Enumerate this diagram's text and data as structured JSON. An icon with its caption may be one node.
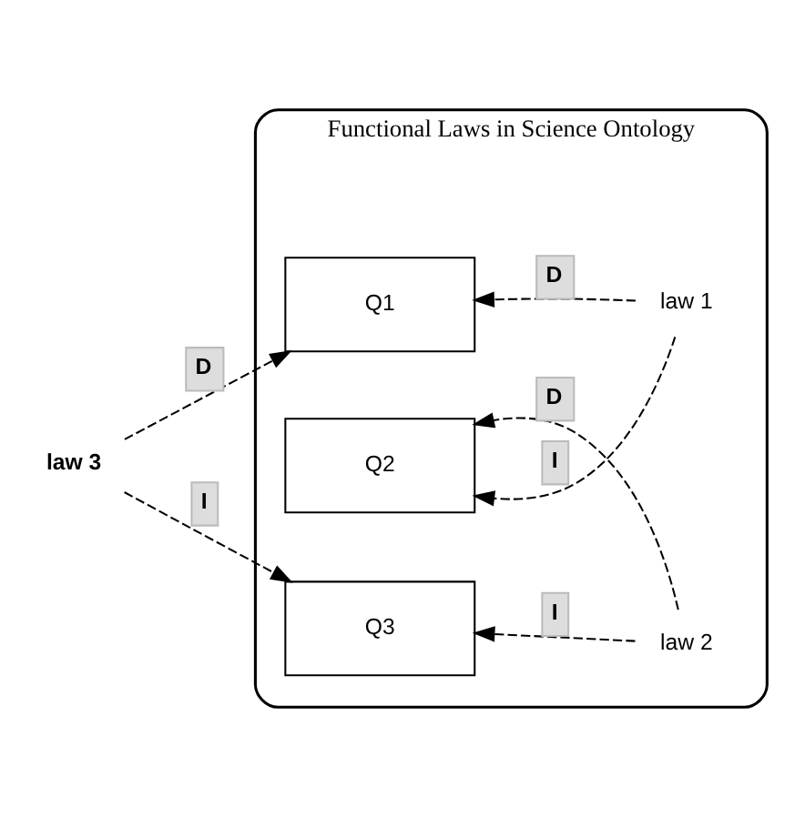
{
  "diagram": {
    "nodes": [
      {
        "text": [
          "Functional Laws in Science Ontology"
        ]
      },
      {
        "text": [
          "Q1"
        ],
        "in": 0
      },
      {
        "text": [
          "law 1"
        ],
        "in": 0
      },
      {
        "text": [
          "law 3"
        ]
      },
      {
        "text": [
          "Q2"
        ],
        "in": 0
      },
      {
        "text": [
          "law 2"
        ],
        "in": 0
      },
      {
        "text": [
          "Q3"
        ],
        "in": 0
      }
    ],
    "edges": [
      {
        "from": 3,
        "to": 1,
        "arrow": "to",
        "label": "D",
        "style": "dashed"
      },
      {
        "from": 3,
        "to": 6,
        "arrow": "to",
        "label": "I",
        "style": "dashed"
      },
      {
        "from": 2,
        "to": 1,
        "arrow": "to",
        "label": "D",
        "style": "dashed"
      },
      {
        "from": 2,
        "to": 4,
        "arrow": "to",
        "label": "I",
        "style": "dashed"
      },
      {
        "from": 5,
        "to": 4,
        "arrow": "to",
        "label": "D",
        "style": "dashed"
      },
      {
        "from": 5,
        "to": 6,
        "arrow": "to",
        "label": "I",
        "style": "dashed"
      }
    ]
  }
}
